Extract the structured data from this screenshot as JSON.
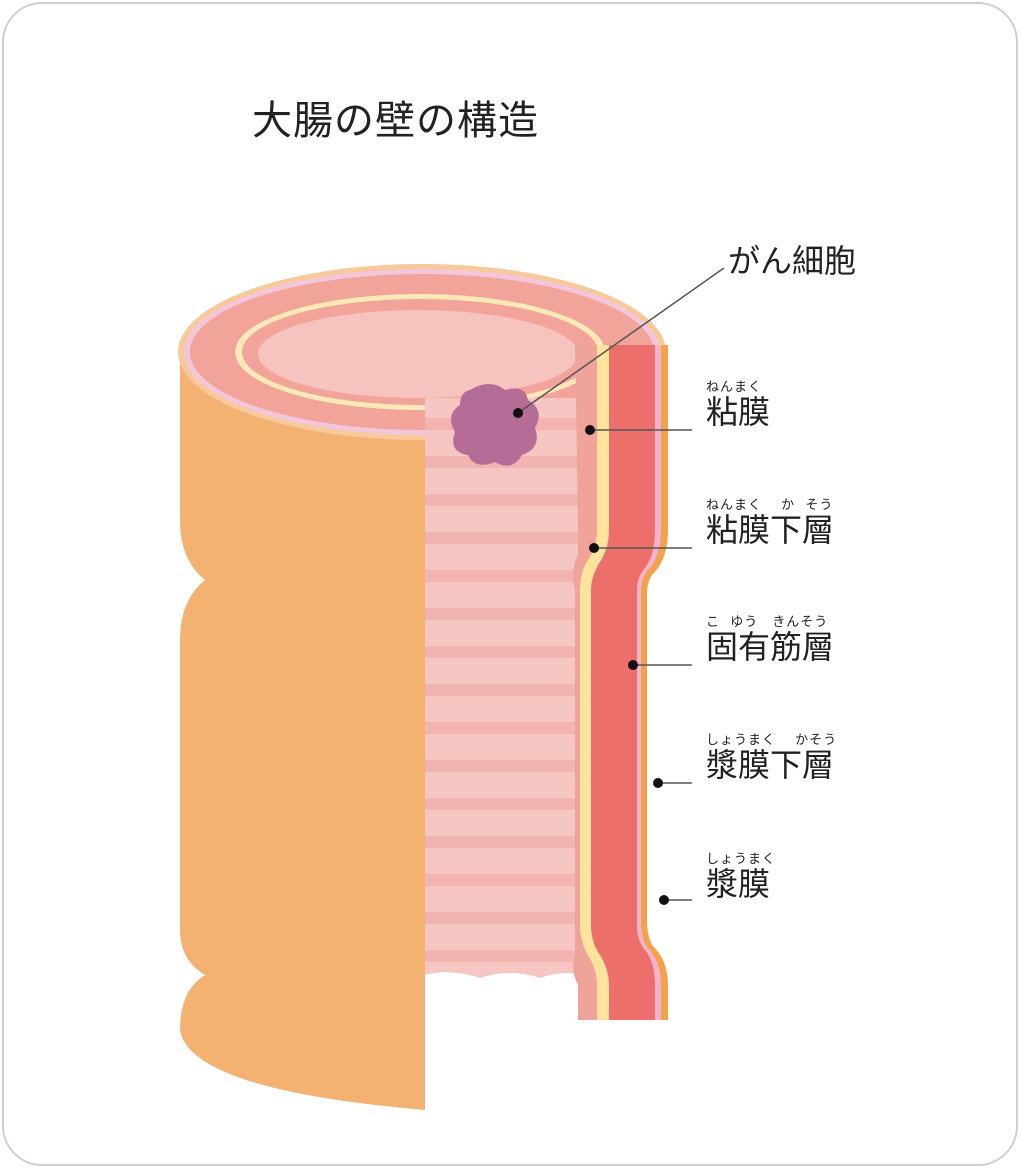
{
  "title": "大腸の壁の構造",
  "cancer_label": "がん細胞",
  "layers": [
    {
      "ruby": "ねんまく",
      "label": "粘膜"
    },
    {
      "ruby": "ねんまく　 か  そう",
      "label": "粘膜下層"
    },
    {
      "ruby": "こ  ゆう　きんそう",
      "label": "固有筋層"
    },
    {
      "ruby": "しょうまく　 かそう",
      "label": "漿膜下層"
    },
    {
      "ruby": "しょうまく",
      "label": "漿膜"
    }
  ],
  "colors": {
    "outer": "#f4b272",
    "muscle": "#ec6f6c",
    "submucosa": "#fde39c",
    "mucosa": "#f2a39a",
    "lumen": "#f6c3bf",
    "serosa": "#f2b3cf",
    "cancer": "#b56c96"
  }
}
